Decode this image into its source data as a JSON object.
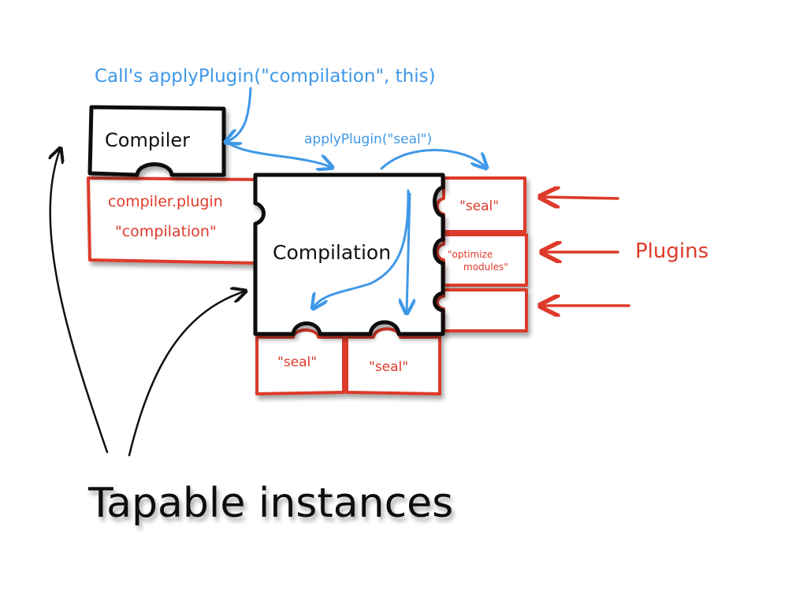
{
  "annotations": {
    "call_text": "Call's applyPlugin(\"compilation\", this)",
    "seal_call_text": "applyPlugin(\"seal\")",
    "plugins_label": "Plugins",
    "title": "Tapable instances"
  },
  "compiler": {
    "label": "Compiler",
    "plugin_line1": "compiler.plugin",
    "plugin_line2": "\"compilation\""
  },
  "compilation": {
    "label": "Compilation",
    "side_plugins": [
      "\"seal\"",
      "\"optimize",
      "modules\""
    ],
    "bottom_plugins": [
      "\"seal\"",
      "\"seal\""
    ]
  },
  "colors": {
    "black": "#111111",
    "red": "#dd3a2a",
    "blue": "#3f98e8"
  }
}
